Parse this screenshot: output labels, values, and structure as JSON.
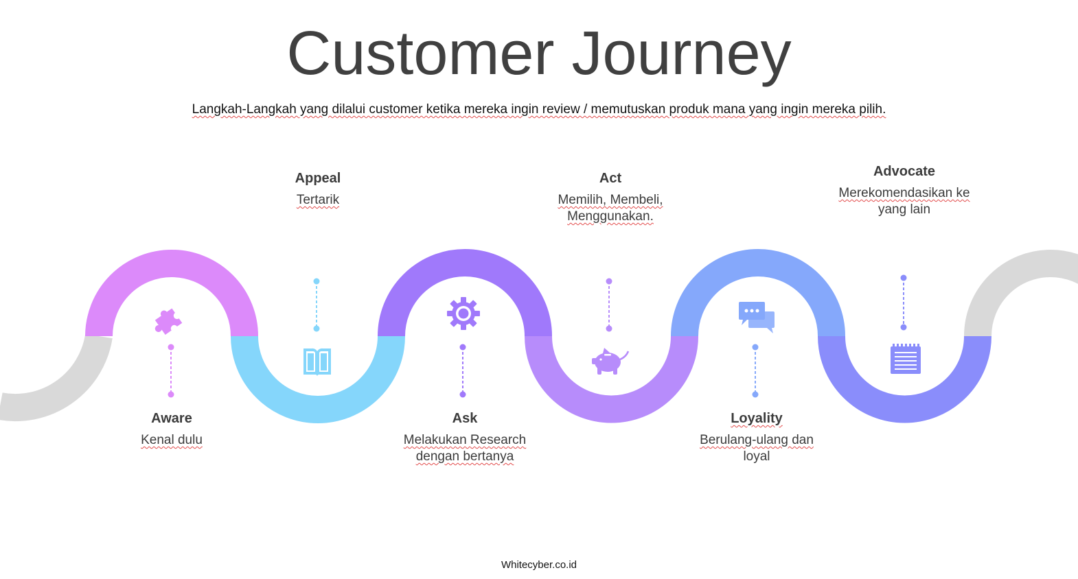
{
  "title": "Customer Journey",
  "subtitle": "Langkah-Langkah yang dilalui customer ketika mereka ingin review / memutuskan produk mana yang ingin mereka pilih.",
  "stages": [
    {
      "title": "Aware",
      "desc_line1": "Kenal dulu",
      "desc_line2": "",
      "icon": "puzzle-icon",
      "color": "#dc8afa"
    },
    {
      "title": "Appeal",
      "desc_line1": "Tertarik",
      "desc_line2": "",
      "icon": "book-icon",
      "color": "#85d6fb"
    },
    {
      "title": "Ask",
      "desc_line1": "Melakukan Research",
      "desc_line2": "dengan bertanya",
      "icon": "gear-icon",
      "color": "#a079fb"
    },
    {
      "title": "Act",
      "desc_line1": "Memilih, Membeli,",
      "desc_line2": "Menggunakan.",
      "icon": "piggy-bank-icon",
      "color": "#b78cfb"
    },
    {
      "title": "Loyality",
      "desc_line1": "Berulang-ulang dan",
      "desc_line2": "loyal",
      "icon": "chat-bubbles-icon",
      "color": "#85a8fb"
    },
    {
      "title": "Advocate",
      "desc_line1": "Merekomendasikan ke",
      "desc_line2": "yang lain",
      "icon": "notepad-icon",
      "color": "#8a8dfb"
    }
  ],
  "path_colors": {
    "neutral": "#d9d9d9"
  },
  "footer": "Whitecyber.co.id"
}
